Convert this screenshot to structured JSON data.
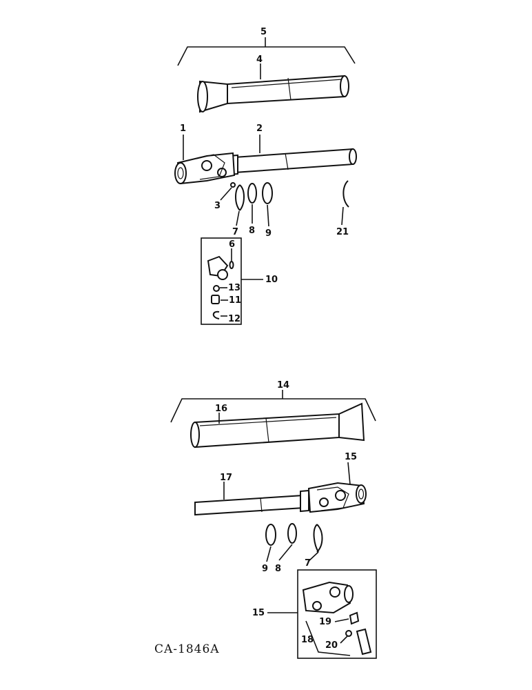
{
  "drawing_code": "CA-1846A",
  "callouts": {
    "c1": "1",
    "c2": "2",
    "c3": "3",
    "c4": "4",
    "c5": "5",
    "c6": "6",
    "c7_top": "7",
    "c8_top": "8",
    "c9_top": "9",
    "c10": "10",
    "c11": "11",
    "c12": "12",
    "c13": "13",
    "c14": "14",
    "c15_top": "15",
    "c15_bottom": "15",
    "c16": "16",
    "c17": "17",
    "c18": "18",
    "c19": "19",
    "c20": "20",
    "c21": "21",
    "c9_bottom": "9",
    "c8_bottom": "8",
    "c7_bottom": "7"
  }
}
